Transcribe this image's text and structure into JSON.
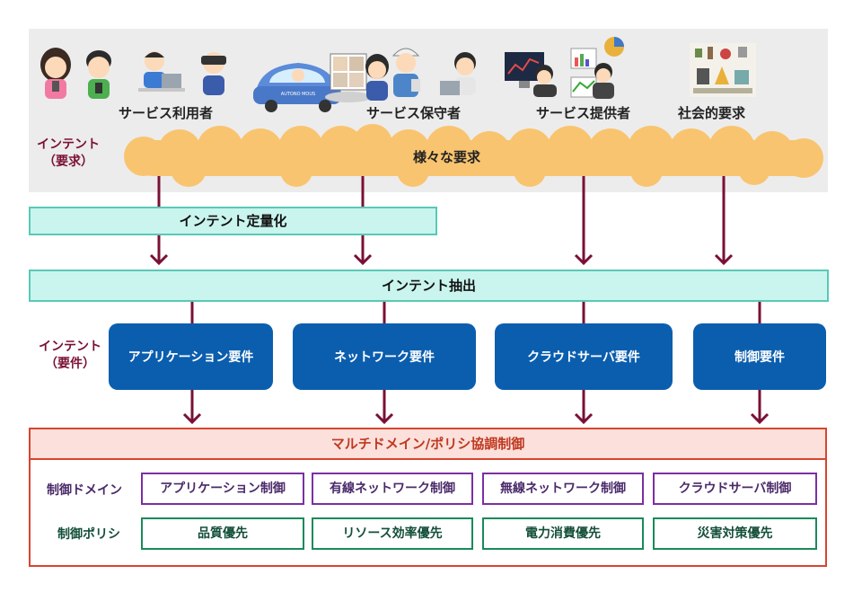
{
  "top": {
    "groups": [
      "サービス利用者",
      "サービス保守者",
      "サービス提供者",
      "社会的要求"
    ],
    "cloud_label": "様々な要求",
    "intent_side_line1": "インテント",
    "intent_side_line2": "（要求）",
    "car_text": "AUTONO MOUS"
  },
  "quantify_bar": "インテント定量化",
  "extract_bar": "インテント抽出",
  "requirements": {
    "side_line1": "インテント",
    "side_line2": "（要件）",
    "boxes": [
      "アプリケーション要件",
      "ネットワーク要件",
      "クラウドサーバ要件",
      "制御要件"
    ]
  },
  "policy": {
    "header": "マルチドメイン/ポリシ協調制御",
    "domain_label": "制御ドメイン",
    "domains": [
      "アプリケーション制御",
      "有線ネットワーク制御",
      "無線ネットワーク制御",
      "クラウドサーバ制御"
    ],
    "policy_label": "制御ポリシ",
    "policies": [
      "品質優先",
      "リソース効率優先",
      "電力消費優先",
      "災害対策優先"
    ]
  },
  "colors": {
    "arrow": "#7a1035",
    "cloud": "#f9c46f",
    "requirement_box": "#0b5eae",
    "quantify_fill": "#c9f5ee",
    "policy_border": "#d9442e",
    "domain_border": "#7b2fa2",
    "policy_box_border": "#1a8a5a"
  }
}
